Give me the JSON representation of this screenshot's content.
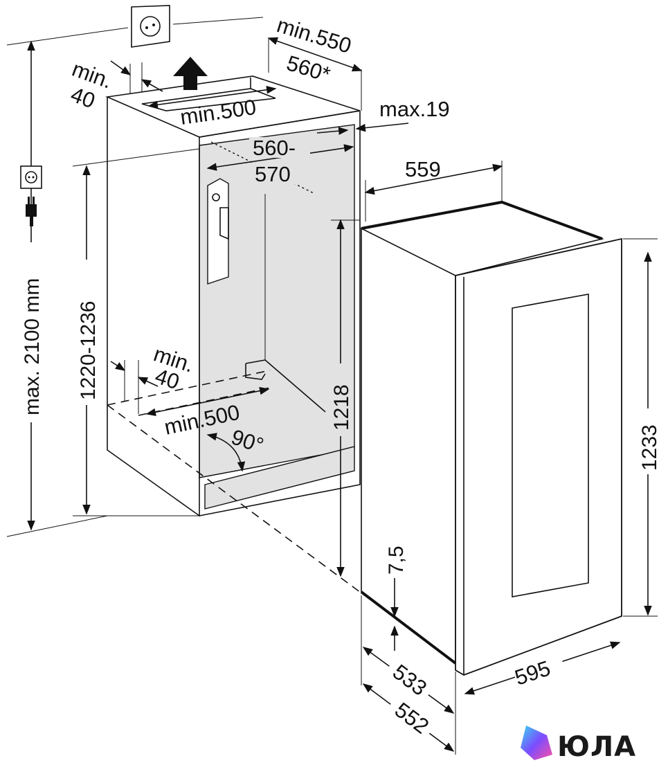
{
  "diagram": {
    "labels": {
      "top_min550": "min.550",
      "top_560star": "560*",
      "min40_top_a": "min.",
      "min40_top_b": "40",
      "min500_top": "min.500",
      "max19": "max.19",
      "niche_width_a": "560-",
      "niche_width_b": "570",
      "appliance_depth_top": "559",
      "max_height": "max. 2100 mm",
      "niche_height": "1220-1236",
      "min40_bottom_a": "min.",
      "min40_bottom_b": "40",
      "min500_bottom": "min.500",
      "angle": "90°",
      "appliance_height_inner": "1218",
      "appliance_height_total": "1233",
      "offset": "7,5",
      "depth_533": "533",
      "depth_552": "552",
      "width_595": "595"
    },
    "icons": [
      "socket-icon",
      "plug-icon",
      "arrow-up-icon"
    ],
    "logo": {
      "text": "ЮЛА",
      "colors": [
        "#3ad6f0",
        "#7a4dff",
        "#ff4fa3"
      ]
    }
  }
}
